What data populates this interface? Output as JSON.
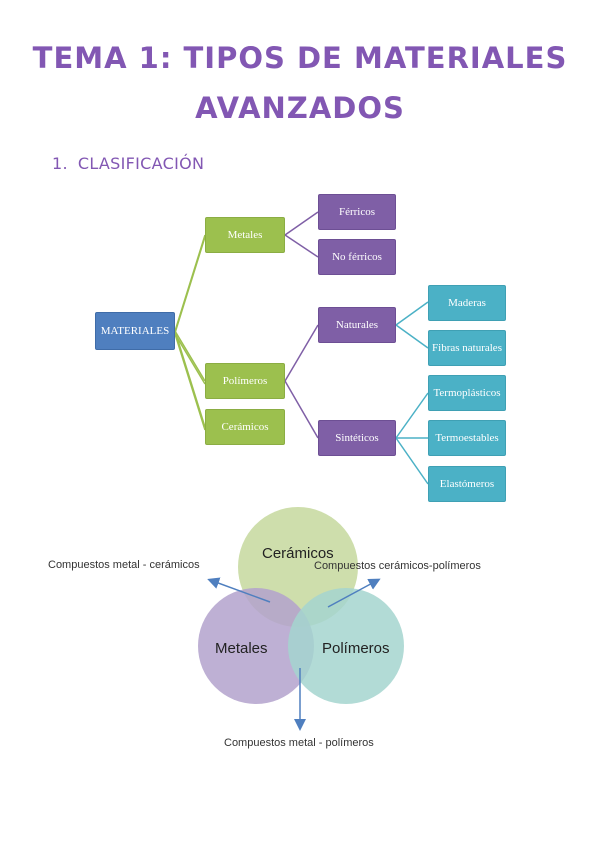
{
  "title": {
    "line1": "TEMA 1: TIPOS DE MATERIALES",
    "line2": "AVANZADOS"
  },
  "section": {
    "number": "1.",
    "heading": "CLASIFICACIÓN"
  },
  "tree": {
    "root": "MATERIALES",
    "metales": "Metales",
    "ferricos": "Férricos",
    "no_ferricos": "No férricos",
    "polimeros": "Polímeros",
    "ceramicos": "Cerámicos",
    "naturales": "Naturales",
    "sinteticos": "Sintéticos",
    "maderas": "Maderas",
    "fibras": "Fibras naturales",
    "termoplasticos": "Termoplásticos",
    "termoestables": "Termoestables",
    "elastomeros": "Elastómeros"
  },
  "colors": {
    "root": "#4f7fbf",
    "level1": "#9cc04e",
    "level2": "#7f5fa6",
    "level3": "#4bb1c6",
    "title": "#8257b3",
    "circle_ceramicos": "#c5d89d",
    "circle_metales": "#b3a2cc",
    "circle_polimeros": "#a5d5cf",
    "arrow": "#4f7fbf"
  },
  "venn": {
    "ceramicos": "Cerámicos",
    "metales": "Metales",
    "polimeros": "Polímeros",
    "metal_ceramicos": "Compuestos metal - cerámicos",
    "ceramicos_polimeros": "Compuestos cerámicos-polímeros",
    "metal_polimeros": "Compuestos metal - polímeros"
  }
}
